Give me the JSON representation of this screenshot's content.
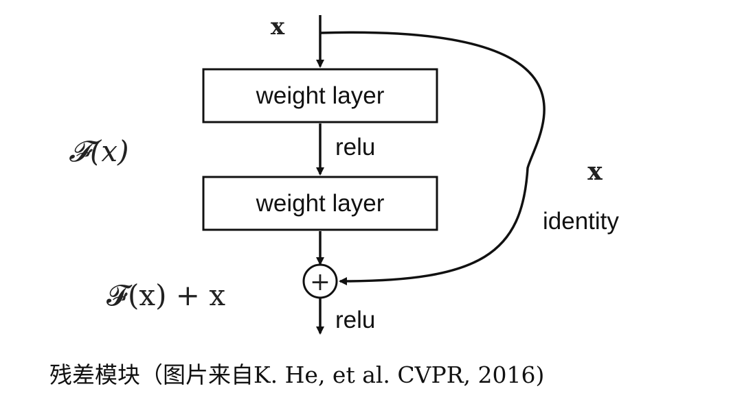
{
  "diagram": {
    "input_label": "x",
    "layer1_label": "weight layer",
    "activation1_label": "relu",
    "layer2_label": "weight layer",
    "residual_label": "𝓕(x)",
    "sum_label": "𝓕(x) + x",
    "output_activation_label": "relu",
    "shortcut_var_label": "x",
    "shortcut_label": "identity",
    "add_symbol": "+"
  },
  "caption": {
    "text": "残差模块（图片来自K. He, et al. CVPR, 2016)"
  },
  "colors": {
    "stroke": "#111111",
    "background": "#ffffff"
  }
}
